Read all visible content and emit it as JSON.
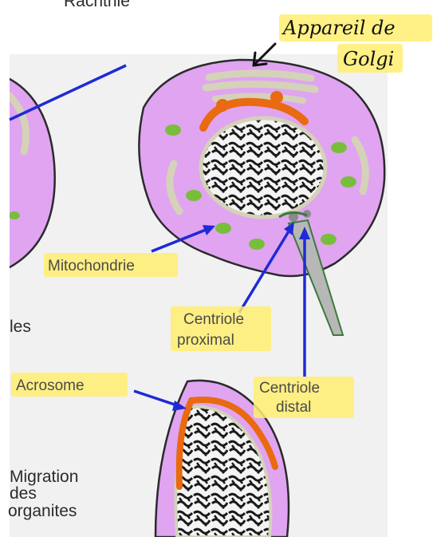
{
  "colors": {
    "cytoplasm": "#e0a4f1",
    "outline": "#2a2a2a",
    "arrow": "#1d2bd6",
    "highlight": "#ffef70",
    "golgi": "#d4d2b8",
    "acrosome": "#e96a10",
    "mitochondria": "#78be3c",
    "background_panel": "#f1f1f1"
  },
  "labels": {
    "top_cut": "Rachthie",
    "golgi_line1": "Appareil de",
    "golgi_line2": "Golgi",
    "mitochondrie": "Mitochondrie",
    "centriole_proximal_1": "Centriole",
    "centriole_proximal_2": "proximal",
    "centriole_distal_1": "Centriole",
    "centriole_distal_2": "distal",
    "acrosome": "Acrosome",
    "side_les": "les",
    "migration_1": "Migration",
    "migration_2": "des",
    "migration_3": "organites"
  }
}
